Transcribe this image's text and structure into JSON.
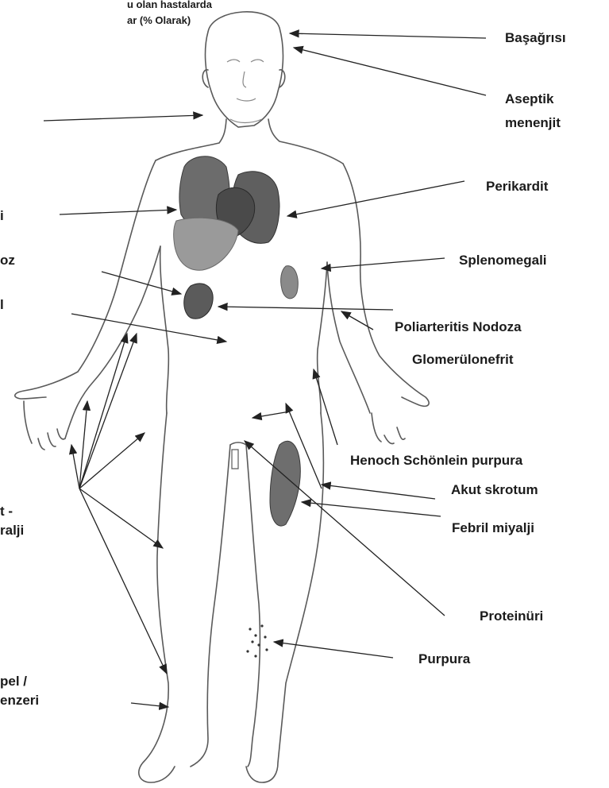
{
  "figure": {
    "caption_cut_1": "u olan hastalarda",
    "caption_cut_2": "ar (% Olarak)"
  },
  "labels_right": [
    {
      "key": "headache",
      "text": "Başağrısı"
    },
    {
      "key": "aseptic-meningitis",
      "text": "Aseptik\nmenenjit"
    },
    {
      "key": "pericarditis",
      "text": "Perikardit"
    },
    {
      "key": "splenomegaly",
      "text": "Splenomegali"
    },
    {
      "key": "polyarteritis-nodosa",
      "text": "Poliarteritis Nodoza"
    },
    {
      "key": "glomerulonephritis",
      "text": "Glomerülonefrit"
    },
    {
      "key": "henoch-schonlein-purpura",
      "text": "Henoch Schönlein purpura"
    },
    {
      "key": "acute-scrotum",
      "text": "Akut skrotum"
    },
    {
      "key": "febrile-myalgia",
      "text": "Febril miyalji"
    },
    {
      "key": "proteinuria",
      "text": "Proteinüri"
    },
    {
      "key": "purpura",
      "text": "Purpura"
    }
  ],
  "labels_left_cut": [
    {
      "key": "left-cut-1",
      "text": "i"
    },
    {
      "key": "left-cut-2",
      "text": "oz"
    },
    {
      "key": "left-cut-3",
      "text": "l"
    },
    {
      "key": "left-cut-4",
      "text": "t -\nralji"
    },
    {
      "key": "left-cut-5",
      "text": "pel /\nenzeri"
    }
  ]
}
